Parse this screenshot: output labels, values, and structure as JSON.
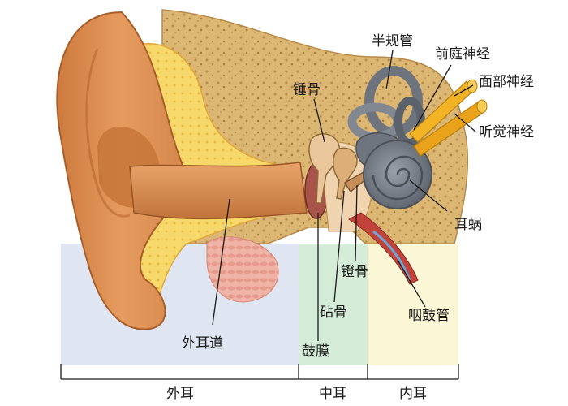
{
  "labels": {
    "semicircular_canals": "半规管",
    "vestibular_nerve": "前庭神经",
    "facial_nerve": "面部神经",
    "auditory_nerve": "听觉神经",
    "malleus": "锤骨",
    "cochlea": "耳蜗",
    "stapes": "镫骨",
    "incus": "砧骨",
    "eustachian_tube": "咽鼓管",
    "ear_canal": "外耳道",
    "eardrum": "鼓膜"
  },
  "sections": {
    "outer": "外耳",
    "middle": "中耳",
    "inner": "内耳"
  },
  "colors": {
    "outer_zone": "#dfe6f2",
    "middle_zone": "#d4ecd8",
    "inner_zone": "#fbf6d6",
    "skin": "#e0955a",
    "bone": "#d8b06a",
    "cartilage": "#f6d66a",
    "cochlea": "#7f8590",
    "nerve": "#f2b325",
    "tube": "#c2433a"
  }
}
